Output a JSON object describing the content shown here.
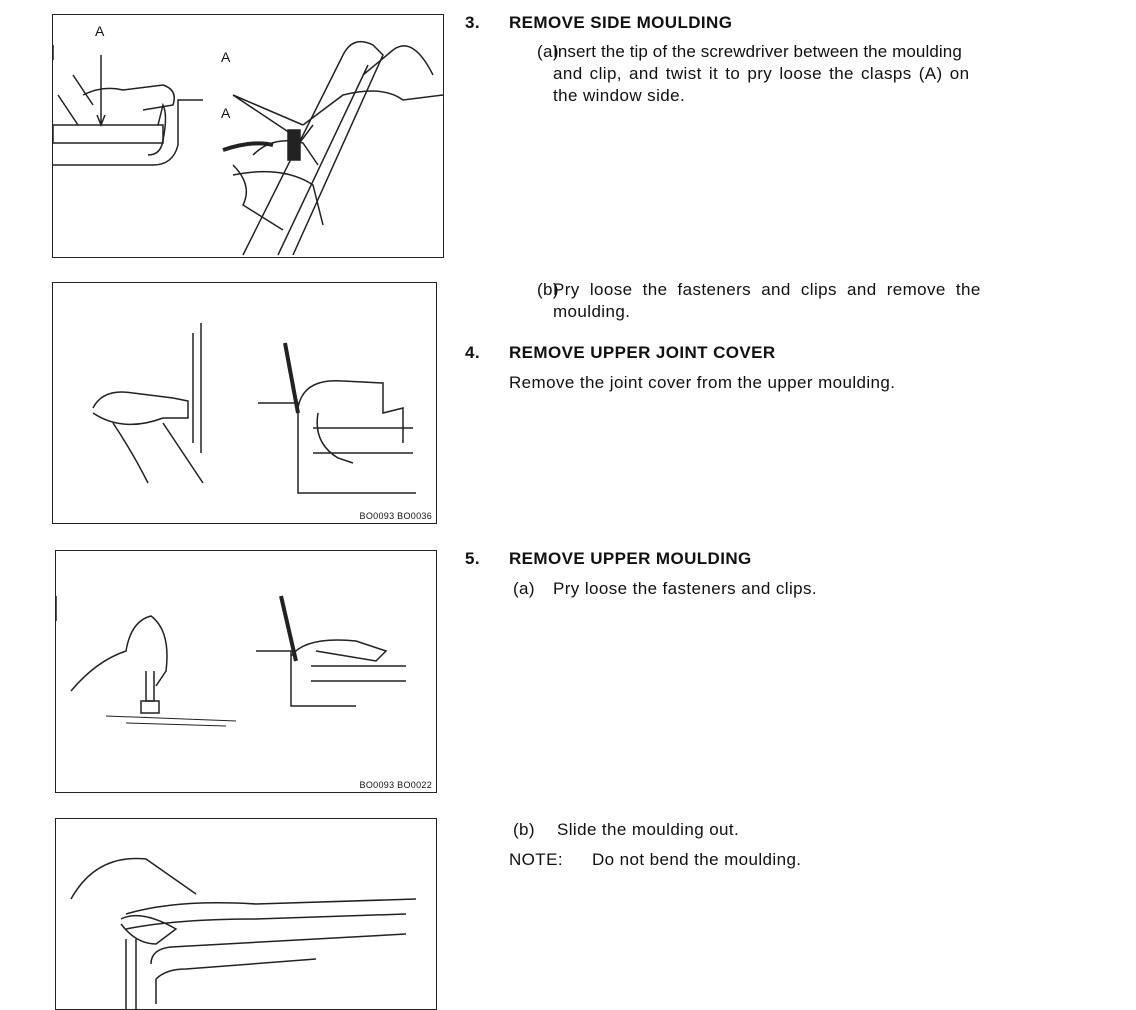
{
  "figures": [
    {
      "labels": [
        "A",
        "A",
        "A"
      ],
      "code": ""
    },
    {
      "code": "BO0093 BO0036"
    },
    {
      "code": "BO0093 BO0022"
    },
    {
      "code": ""
    }
  ],
  "steps": [
    {
      "number": "3.",
      "title": "REMOVE SIDE MOULDING",
      "substeps": [
        {
          "label": "(a)",
          "lines": [
            "Insert the tip of the screwdriver between the moulding",
            "and clip, and twist it to pry loose the clasps (A) on",
            "the window side."
          ]
        },
        {
          "label": "(b)",
          "lines": [
            "Pry loose the fasteners and clips and remove the",
            "moulding."
          ]
        }
      ]
    },
    {
      "number": "4.",
      "title": "REMOVE UPPER JOINT COVER",
      "body": "Remove the joint cover from the upper moulding."
    },
    {
      "number": "5.",
      "title": "REMOVE UPPER MOULDING",
      "substeps": [
        {
          "label": "(a)",
          "lines": [
            "Pry loose the fasteners and clips."
          ]
        },
        {
          "label": "(b)",
          "lines": [
            "Slide the moulding out."
          ]
        }
      ],
      "note": {
        "label": "NOTE:",
        "text": "Do not bend the moulding."
      }
    }
  ]
}
